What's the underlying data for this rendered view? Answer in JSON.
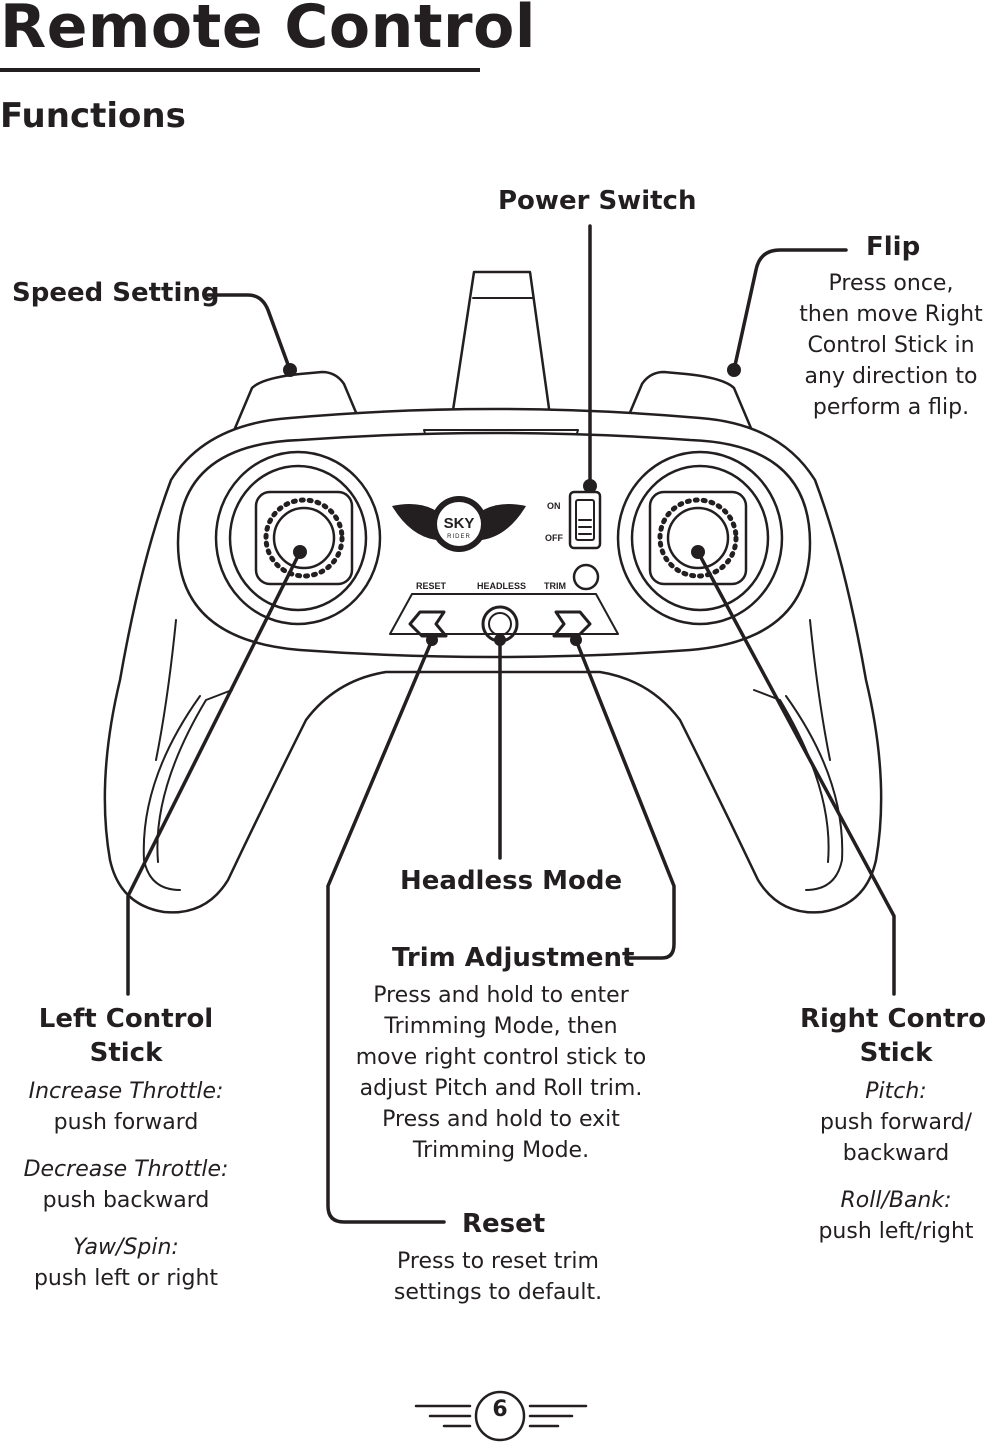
{
  "title": "Remote Control",
  "subtitle": "Functions",
  "labels": {
    "power_switch": "Power Switch",
    "flip": "Flip",
    "flip_desc": [
      "Press once,",
      "then move Right",
      "Control Stick in",
      "any direction to",
      "perform a flip."
    ],
    "speed_setting": "Speed Setting",
    "headless_mode": "Headless Mode",
    "trim_adjustment": "Trim Adjustment",
    "trim_desc": [
      "Press and hold to enter",
      "Trimming Mode, then",
      "move right control stick to",
      "adjust Pitch and Roll trim.",
      "Press and hold to exit",
      "Trimming Mode."
    ],
    "reset": "Reset",
    "reset_desc": [
      "Press to reset trim",
      "settings to default."
    ],
    "left_stick": [
      "Left Control",
      "Stick"
    ],
    "left_stick_items": [
      {
        "label": "Increase Throttle:",
        "text": "push forward"
      },
      {
        "label": "Decrease Throttle:",
        "text": "push backward"
      },
      {
        "label": "Yaw/Spin:",
        "text": "push left or right"
      }
    ],
    "right_stick": [
      "Right Control",
      "Stick"
    ],
    "right_stick_items": [
      {
        "label": "Pitch:",
        "text_lines": [
          "push forward/",
          "backward"
        ]
      },
      {
        "label": "Roll/Bank:",
        "text_lines": [
          "push left/right"
        ]
      }
    ]
  },
  "controller": {
    "logo_top": "SKY",
    "logo_bottom": "RIDER",
    "on": "ON",
    "off": "OFF",
    "reset": "RESET",
    "headless": "HEADLESS",
    "trim": "TRIM"
  },
  "page_number": "6"
}
